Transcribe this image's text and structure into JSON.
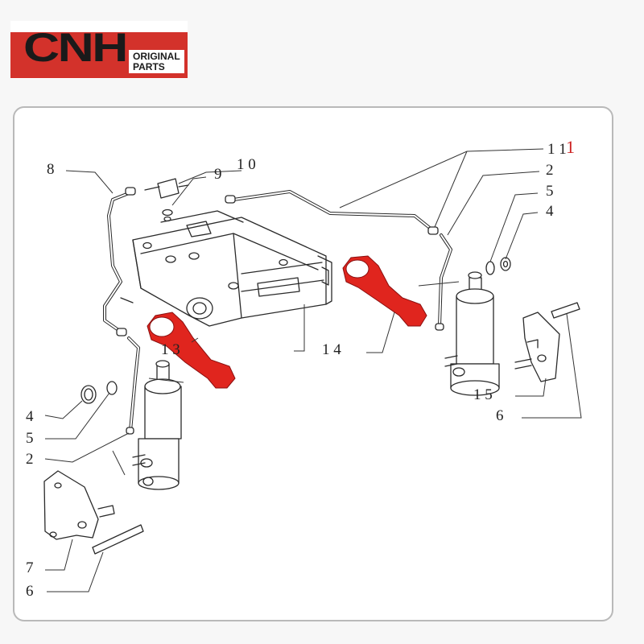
{
  "logo": {
    "brand": "CNH",
    "line1": "ORIGINAL",
    "line2": "PARTS",
    "brand_color": "#d3322b"
  },
  "diagram": {
    "figure_number": "1",
    "highlight_color": "#e0251e",
    "callouts": {
      "c8": "8",
      "c10": "1 0",
      "c9": "9",
      "c11": "1 1",
      "c2_right": "2",
      "c5_right": "5",
      "c4_right": "4",
      "c13": "1 3",
      "c14": "1 4",
      "c15": "1 5",
      "c6_right": "6",
      "c4_left": "4",
      "c5_left": "5",
      "c2_left": "2",
      "c7": "7",
      "c6_left": "6"
    }
  }
}
